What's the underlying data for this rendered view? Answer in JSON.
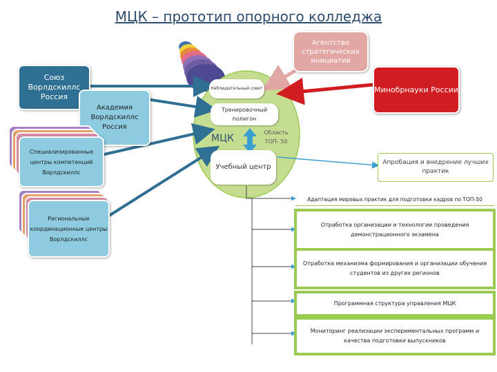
{
  "title": "МЦК – прототип опорного колледжа",
  "agency": "Агентство стратегических инициатив",
  "ministry": "Минобрнауки России",
  "union": "Союз Ворлдскиллс Россия",
  "academy": "Академия Ворлдскиллс Россия",
  "specialized_centers": "Специализированные центры компетенций Ворлдскиллс",
  "regional_centers": "Региональные координационные центры Ворлдскиллс",
  "mck": {
    "advisory_council": "Наблюдательный совет",
    "training_ground": "Тренировочный полигон",
    "label": "МЦК",
    "area": "Область ТОП- 50",
    "training_center": "Учебный центр"
  },
  "approval": "Апробация и внедрение лучших практик",
  "functions": [
    "Адаптация мировых практик для подготовки кадров по ТОП-50",
    "Отработка организации и технологии проведения демонстрационного экзамена",
    "Отработка механизма формирования и организации обучения студентов из других регионов",
    "Программная структура управления МЦК",
    "Мониторинг реализации экспериментальных программ и качества подготовки выпускников"
  ],
  "colors": {
    "title": "#2c4d6e",
    "blue_box": "#8ccbe0",
    "green": "#9aca4f",
    "ellipse": "#c5dd91",
    "red": "#d11d22",
    "pink": "#e3a7a3",
    "arrow_blue": "#2e6f93"
  }
}
